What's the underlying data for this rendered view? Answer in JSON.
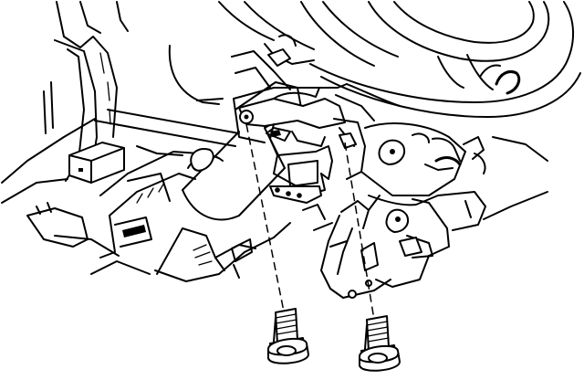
{
  "figure": {
    "alt": "",
    "colors": {
      "ink": "#000000",
      "paper": "#ffffff"
    },
    "parts": [
      "steering-wheel",
      "steering-column",
      "column-mounting-bracket",
      "instrument-panel-support",
      "mounting-bolt",
      "mounting-bolt"
    ]
  }
}
